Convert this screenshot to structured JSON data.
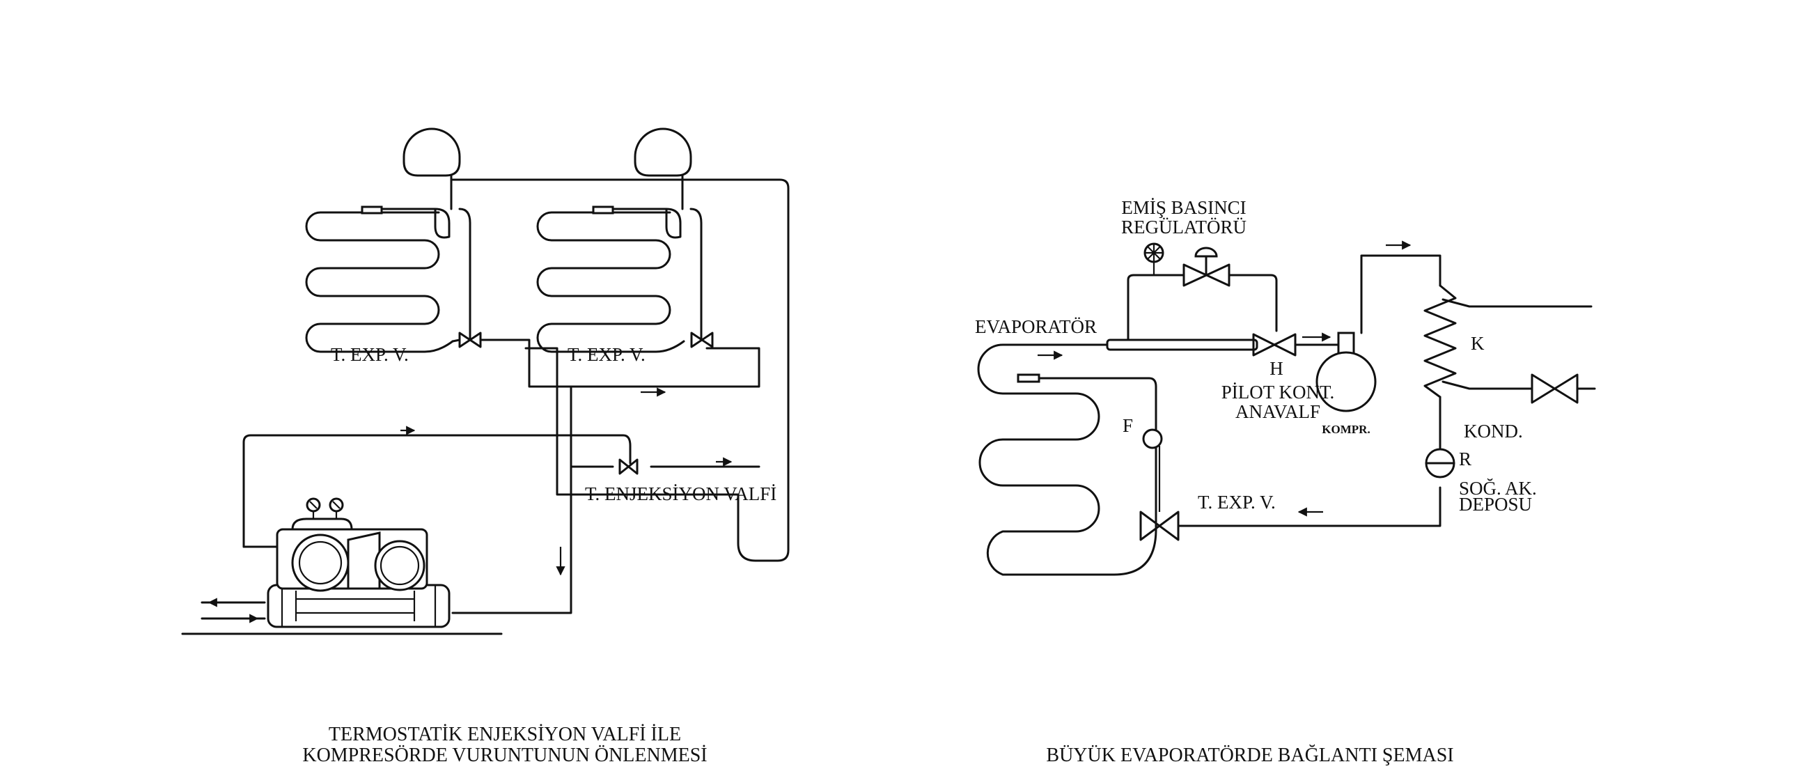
{
  "left_diagram": {
    "caption_line1": "TERMOSTATİK ENJEKSİYON VALFİ İLE",
    "caption_line2": "KOMPRESÖRDE VURUNTUNUN ÖNLENMESİ",
    "label_texp_1": "T. EXP. V.",
    "label_texp_2": "T. EXP. V.",
    "label_injection_valve": "T. ENJEKSİYON VALFİ"
  },
  "right_diagram": {
    "caption": "BÜYÜK EVAPORATÖRDE BAĞLANTI ŞEMASI",
    "label_regulator_line1": "EMİŞ BASINCI",
    "label_regulator_line2": "REGÜLATÖRÜ",
    "label_evaporator": "EVAPORATÖR",
    "label_h": "H",
    "label_pilot_line1": "PİLOT KONT.",
    "label_pilot_line2": "ANAVALF",
    "label_f": "F",
    "label_compressor": "KOMPR.",
    "label_k": "K",
    "label_condenser": "KOND.",
    "label_r": "R",
    "label_receiver_line1": "SOĞ. AK.",
    "label_receiver_line2": "DEPOSU",
    "label_texp": "T. EXP. V."
  },
  "icons": [
    "expansion-valve-icon",
    "gauge-icon",
    "compressor-icon",
    "condenser-icon",
    "receiver-icon",
    "bulb-icon",
    "flow-arrow-icon"
  ]
}
